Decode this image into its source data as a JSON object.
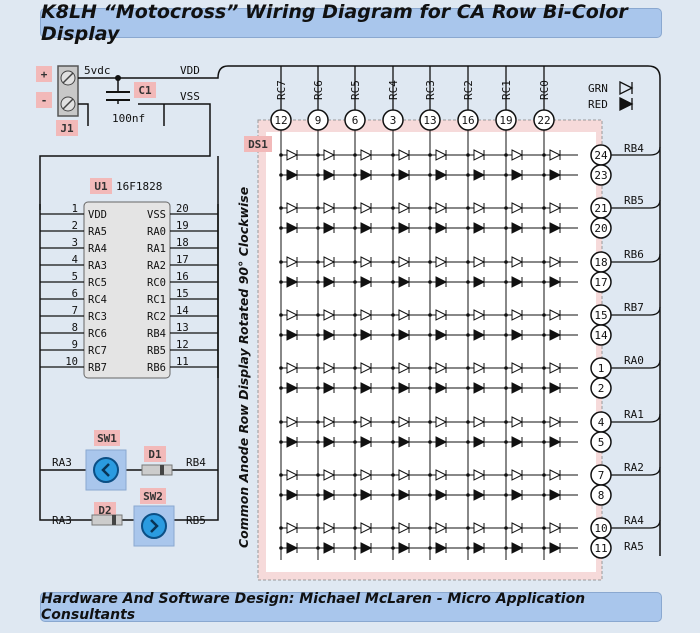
{
  "title": "K8LH “Motocross” Wiring Diagram for CA Row Bi-Color Display",
  "footer": "Hardware And Software Design:  Michael McLaren - Micro Application Consultants",
  "power": {
    "plus": "+",
    "minus": "-",
    "supply": "5vdc",
    "vdd": "VDD",
    "vss": "VSS"
  },
  "refdes": {
    "connector": "J1",
    "capacitor": "C1",
    "mcu": "U1",
    "display": "DS1",
    "sw1": "SW1",
    "sw2": "SW2",
    "d1": "D1",
    "d2": "D2"
  },
  "capacitor_value": "100nf",
  "mcu_part": "16F1828",
  "mcu_left_pins": [
    {
      "num": "1",
      "name": "VDD"
    },
    {
      "num": "2",
      "name": "RA5"
    },
    {
      "num": "3",
      "name": "RA4"
    },
    {
      "num": "4",
      "name": "RA3"
    },
    {
      "num": "5",
      "name": "RC5"
    },
    {
      "num": "6",
      "name": "RC4"
    },
    {
      "num": "7",
      "name": "RC3"
    },
    {
      "num": "8",
      "name": "RC6"
    },
    {
      "num": "9",
      "name": "RC7"
    },
    {
      "num": "10",
      "name": "RB7"
    }
  ],
  "mcu_right_pins": [
    {
      "num": "20",
      "name": "VSS"
    },
    {
      "num": "19",
      "name": "RA0"
    },
    {
      "num": "18",
      "name": "RA1"
    },
    {
      "num": "17",
      "name": "RA2"
    },
    {
      "num": "16",
      "name": "RC0"
    },
    {
      "num": "15",
      "name": "RC1"
    },
    {
      "num": "14",
      "name": "RC2"
    },
    {
      "num": "13",
      "name": "RB4"
    },
    {
      "num": "12",
      "name": "RB5"
    },
    {
      "num": "11",
      "name": "RB6"
    }
  ],
  "column_labels": [
    "RC7",
    "RC6",
    "RC5",
    "RC4",
    "RC3",
    "RC2",
    "RC1",
    "RC0"
  ],
  "column_pins": [
    "12",
    "9",
    "6",
    "3",
    "13",
    "16",
    "19",
    "22"
  ],
  "row_pins": [
    "24",
    "23",
    "21",
    "20",
    "18",
    "17",
    "15",
    "14",
    "1",
    "2",
    "4",
    "5",
    "7",
    "8",
    "10",
    "11"
  ],
  "row_labels": [
    "RB4",
    "RB5",
    "RB6",
    "RB7",
    "RA0",
    "RA1",
    "RA2",
    "RA4",
    "RA5"
  ],
  "legend": {
    "green": "GRN",
    "red": "RED"
  },
  "display_caption": "Common Anode Row Display Rotated 90° Clockwise",
  "switch_nets": {
    "sw1_left": "RA3",
    "sw1_right": "RB4",
    "sw2_left": "RA3",
    "sw2_right": "RB5"
  }
}
